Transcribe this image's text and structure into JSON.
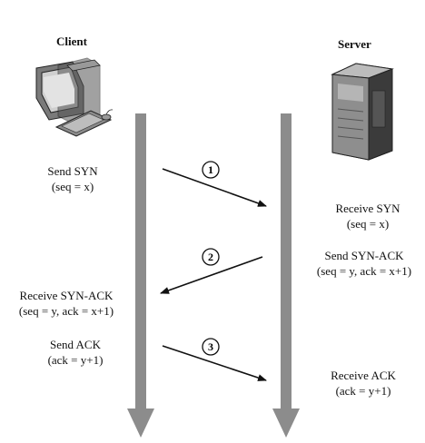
{
  "client": {
    "title": "Client",
    "step1": [
      "Send SYN",
      "(seq = x)"
    ],
    "step2": [
      "Receive SYN-ACK",
      "(seq = y, ack = x+1)"
    ],
    "step3": [
      "Send ACK",
      "(ack = y+1)"
    ]
  },
  "server": {
    "title": "Server",
    "step1": [
      "Receive SYN",
      "(seq = x)"
    ],
    "step2": [
      "Send SYN-ACK",
      "(seq = y, ack = x+1)"
    ],
    "step3": [
      "Receive ACK",
      "(ack = y+1)"
    ]
  },
  "steps": [
    "1",
    "2",
    "3"
  ],
  "icons": [
    "desktop-computer-icon",
    "server-tower-icon"
  ],
  "colors": {
    "lifeline": "#8c8c8c",
    "arrow": "#111111"
  }
}
